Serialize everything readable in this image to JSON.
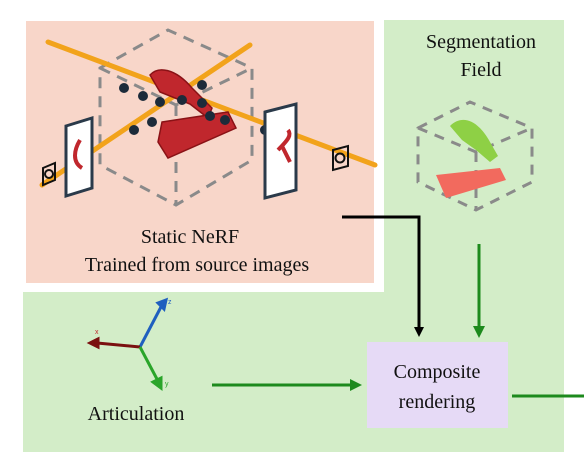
{
  "static_nerf": {
    "title": "Static NeRF",
    "subtitle": "Trained from source images"
  },
  "segmentation": {
    "line1": "Segmentation",
    "line2": "Field"
  },
  "articulation": {
    "label": "Articulation",
    "axis_x_label": "x",
    "axis_y_label": "y",
    "axis_z_label": "z"
  },
  "composite": {
    "line1": "Composite",
    "line2": "rendering"
  },
  "colors": {
    "green_bg": "#d3edc8",
    "pink_bg": "#f8d6c9",
    "composite_bg": "#e6daf6",
    "object_red": "#c0272d",
    "ray_orange": "#f2a31b",
    "arrow_green": "#1d8a1d",
    "arrow_black": "#000000",
    "seg_green": "#8ed045",
    "seg_red": "#f26a5e"
  },
  "icons": [
    "camera-icon",
    "image-plane-icon",
    "bounding-cube-icon",
    "axes-gizmo-icon"
  ]
}
